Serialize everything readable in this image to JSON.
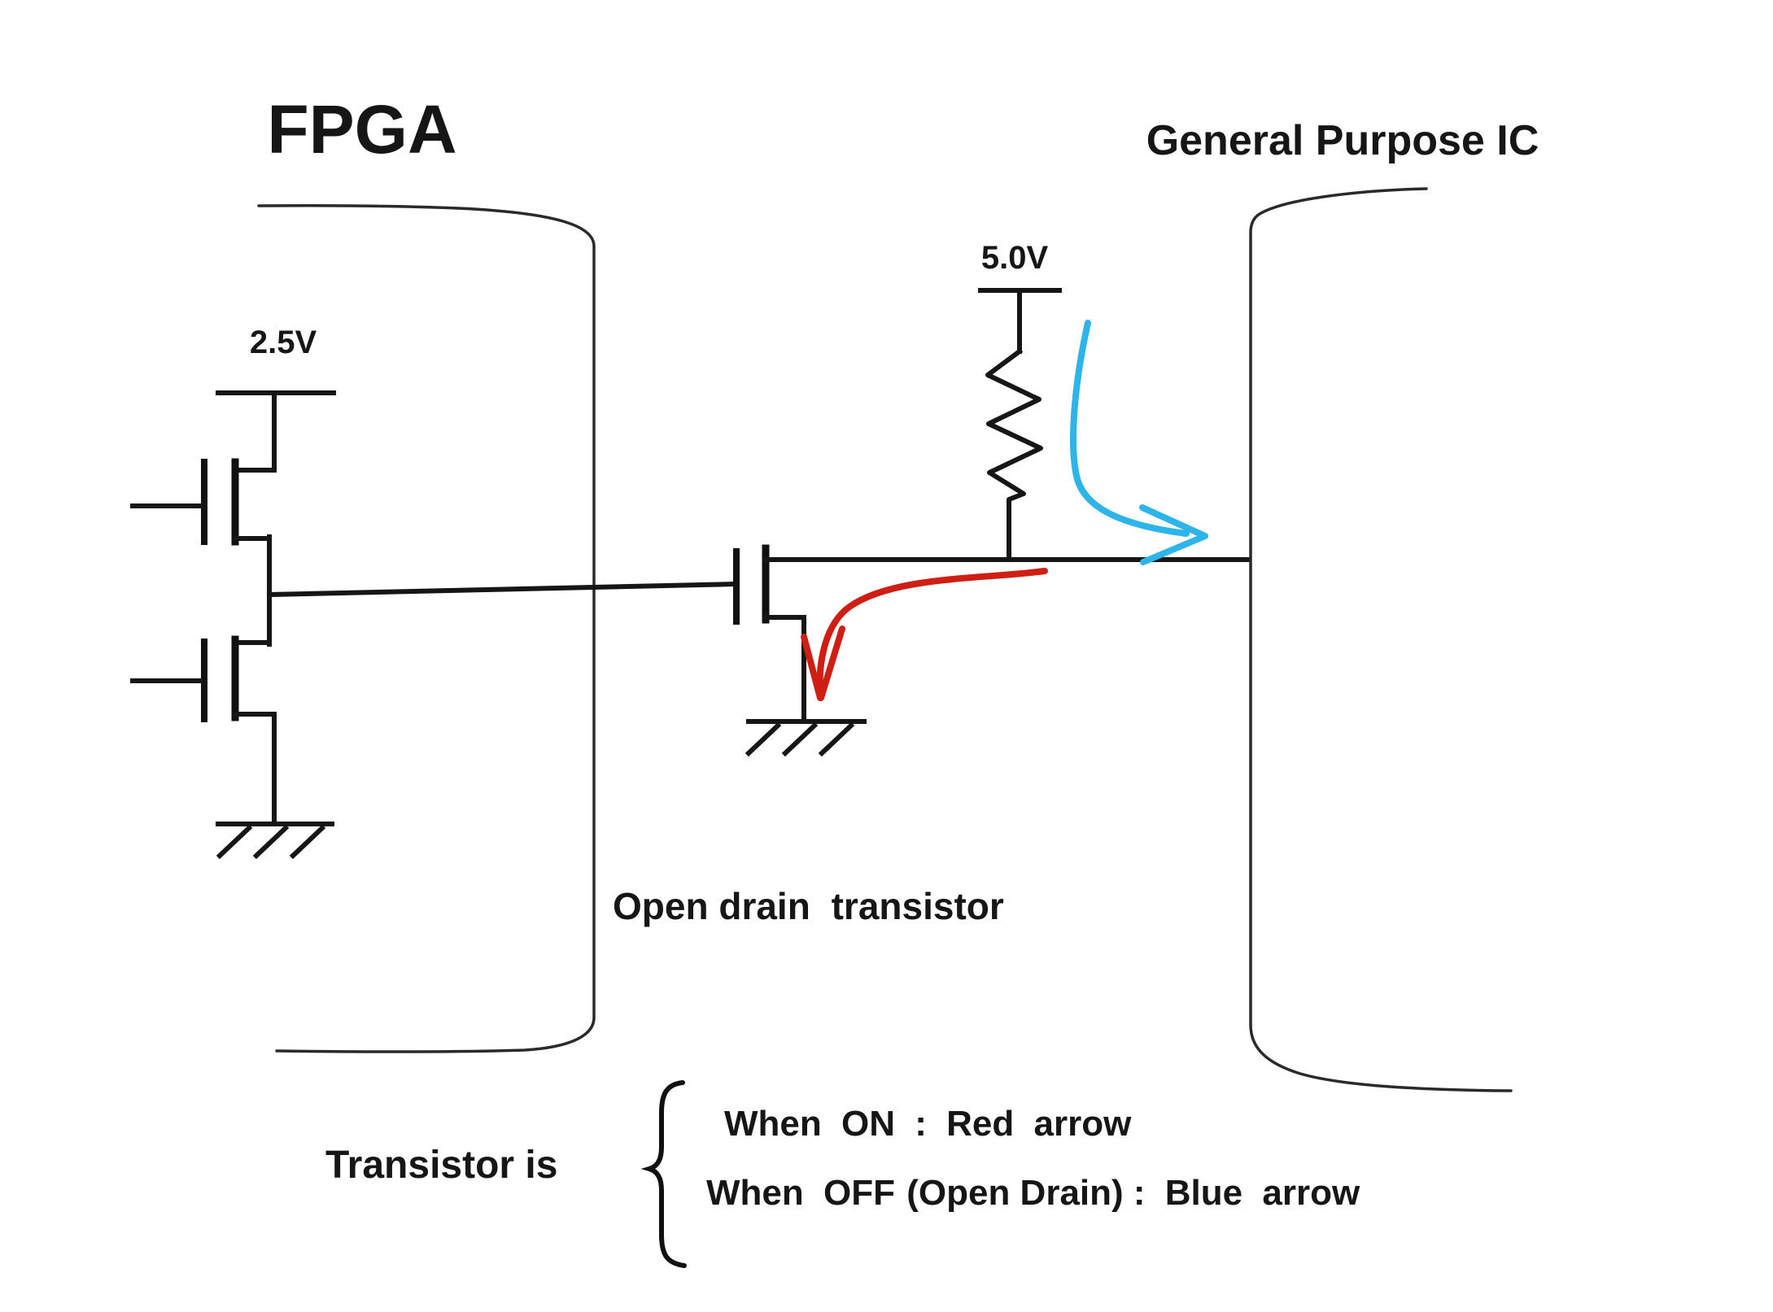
{
  "palette": {
    "ink": "#161616",
    "text_red": "#f50d0d",
    "arrow_red": "#cf1f15",
    "text_blue": "#29b3ea",
    "arrow_blue": "#2db4e9"
  },
  "fpga": {
    "title": "FPGA",
    "supply": "2.5V"
  },
  "pullup": {
    "supply": "5.0V"
  },
  "general_ic": {
    "title": "General Purpose IC"
  },
  "caption": {
    "highlight": "Open drain",
    "rest": "transistor"
  },
  "legend": {
    "prefix": "Transistor is",
    "on_line": [
      {
        "text": "When"
      },
      {
        "text": "ON"
      },
      {
        "text": ":"
      },
      {
        "text": "Red"
      },
      {
        "text": "arrow"
      }
    ],
    "off_line": [
      {
        "text": "When"
      },
      {
        "text": "OFF"
      },
      {
        "text": "(Open Drain) :"
      },
      {
        "text": "Blue"
      },
      {
        "text": "arrow"
      }
    ]
  }
}
